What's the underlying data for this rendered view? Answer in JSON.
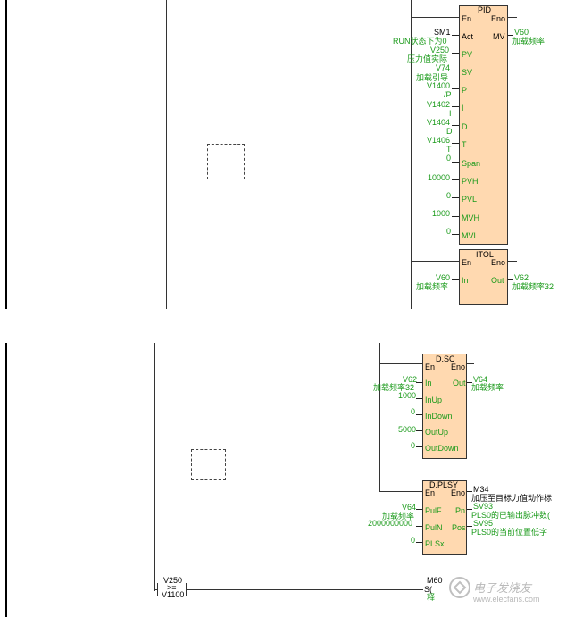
{
  "networks": {
    "top": {
      "pid_block": {
        "title": "PID",
        "en": "En",
        "eno": "Eno",
        "pins_left": [
          "Act",
          "PV",
          "SV",
          "P",
          "I",
          "D",
          "T",
          "Span",
          "PVH",
          "PVL",
          "MVH",
          "MVL"
        ],
        "pin_mv": "MV",
        "inputs": [
          {
            "op": "SM1",
            "comment": "RUN状态下为0"
          },
          {
            "op": "V250",
            "comment": "压力值实际"
          },
          {
            "op": "V74",
            "comment": "加载引导"
          },
          {
            "op": "V1400",
            "comment": "/P"
          },
          {
            "op": "V1402",
            "comment": "I"
          },
          {
            "op": "V1404",
            "comment": "D"
          },
          {
            "op": "V1406",
            "comment": "T"
          },
          {
            "op": "0",
            "comment": ""
          },
          {
            "op": "10000",
            "comment": ""
          },
          {
            "op": "0",
            "comment": ""
          },
          {
            "op": "1000",
            "comment": ""
          },
          {
            "op": "0",
            "comment": ""
          }
        ],
        "output": {
          "op": "V60",
          "comment": "加载频率"
        }
      },
      "itol_block": {
        "title": "ITOL",
        "en": "En",
        "eno": "Eno",
        "pin_in": "In",
        "pin_out": "Out",
        "input": {
          "op": "V60",
          "comment": "加载频率"
        },
        "output": {
          "op": "V62",
          "comment": "加载频率32"
        }
      }
    },
    "bottom": {
      "dsc_block": {
        "title": "D.SC",
        "en": "En",
        "eno": "Eno",
        "pins_left": [
          "In",
          "InUp",
          "InDown",
          "OutUp",
          "OutDown"
        ],
        "pin_out": "Out",
        "inputs": [
          {
            "op": "V62",
            "comment": "加载频率32"
          },
          {
            "op": "1000",
            "comment": ""
          },
          {
            "op": "0",
            "comment": ""
          },
          {
            "op": "5000",
            "comment": ""
          },
          {
            "op": "0",
            "comment": ""
          }
        ],
        "output": {
          "op": "V64",
          "comment": "加载频率"
        }
      },
      "dplsy_block": {
        "title": "D.PLSY",
        "en": "En",
        "eno": "Eno",
        "pins_left": [
          "PulF",
          "PulN",
          "PLSx"
        ],
        "pins_right": [
          "Pn",
          "Pos"
        ],
        "eno_out": {
          "op": "M34",
          "comment": "加压至目标力值动作标"
        },
        "inputs": [
          {
            "op": "V64",
            "comment": "加载频率"
          },
          {
            "op": "2000000000",
            "comment": ""
          },
          {
            "op": "0",
            "comment": ""
          }
        ],
        "outputs": [
          {
            "op": "SV93",
            "comment": "PLS0的已输出脉冲数("
          },
          {
            "op": "SV95",
            "comment": "PLS0的当前位置低字"
          }
        ]
      },
      "compare": {
        "top": "V250",
        "op": ">=",
        "bottom": "V1100"
      },
      "coil": {
        "op": "M60",
        "sub": "S(",
        "comment": "释"
      }
    }
  },
  "watermark": {
    "title": "电子发烧友",
    "url": "www.elecfans.com"
  }
}
